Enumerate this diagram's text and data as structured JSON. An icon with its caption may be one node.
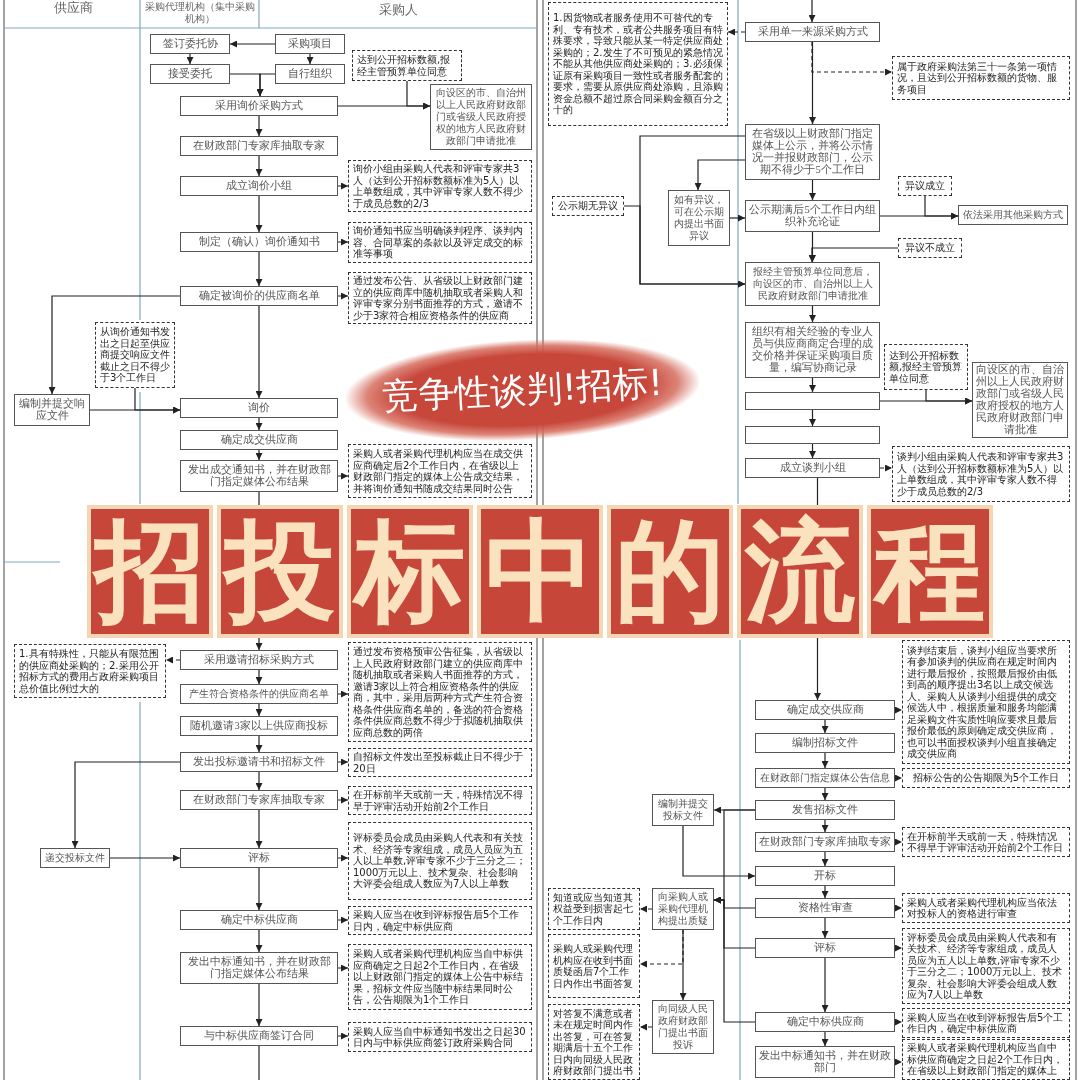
{
  "diagram": {
    "title": "招投标中的流程",
    "nodes": [
      {
        "text": [
          "签订委托协"
        ]
      },
      {
        "text": [
          "采购项目"
        ]
      },
      {
        "text": [
          "接受委托"
        ]
      },
      {
        "text": [
          "自行组织"
        ]
      },
      {
        "text": [
          "达到公开招标数额,报经主管预算单位同意"
        ]
      },
      {
        "text": [
          "采用询价采购方式"
        ]
      },
      {
        "text": [
          "向设区的市、自治州以上人民政府财政部门或省级人民政府授权的地方人民政府财政部门申请批准"
        ]
      },
      {
        "text": [
          "在财政部门专家库抽取专家"
        ]
      },
      {
        "text": [
          "成立询价小组"
        ]
      },
      {
        "text": [
          "询价小组由采购人代表和评审专家共3人（达到公开招标数额标准为5人）以上单数组成，其中评审专家人数不得少于成员总数的2/3"
        ]
      },
      {
        "text": [
          "制定（确认）询价通知书"
        ]
      },
      {
        "text": [
          "询价通知书应当明确谈判程序、谈判内容、合同草案的条款以及评定成交的标准等事项"
        ]
      },
      {
        "text": [
          "确定被询价的供应商名单"
        ]
      },
      {
        "text": [
          "通过发布公告、从省级以上财政部门建立的供应商库中随机抽取或者采购人和评审专家分别书面推荐的方式，邀请不少于3家符合相应资格条件的供应商"
        ]
      },
      {
        "text": [
          "从询价通知书发出之日起至供应商提交响应文件截止之日不得少于3个工作日"
        ]
      },
      {
        "text": [
          "编制并提交响应文件"
        ]
      },
      {
        "text": [
          "询价"
        ]
      },
      {
        "text": [
          "确定成交供应商"
        ]
      },
      {
        "text": [
          "发出成交通知书，并在财政部门指定媒体公布结果"
        ]
      },
      {
        "text": [
          "采购人或者采购代理机构应当在成交供应商确定后2个工作日内，在省级以上财政部门指定的媒体上公告成交结果，并将询价通知书随成交结果同时公告"
        ]
      },
      {
        "text": [
          "1.具有特殊性，只能从有限范围的供应商处采购的；2.采用公开招标方式的费用占政府采购项目总价值比例过大的"
        ]
      },
      {
        "text": [
          "采用邀请招标采购方式"
        ]
      },
      {
        "text": [
          "通过发布资格预审公告征集，从省级以上人民政府财政部门建立的供应商库中随机抽取或者采购人书面推荐的方式，邀请3家以上符合相应资格条件的供应商，其中，采用后两种方式产生符合资格条件供应商名单的，备选的符合资格条件供应商总数不得少于拟随机抽取供应商总数的两倍"
        ]
      },
      {
        "text": [
          "产生符合资格条件的供应商名单"
        ]
      },
      {
        "text": [
          "随机邀请3家以上供应商投标"
        ]
      },
      {
        "text": [
          "发出投标邀请书和招标文件"
        ]
      },
      {
        "text": [
          "自招标文件发出至投标截止日不得少于20日"
        ]
      },
      {
        "text": [
          "在财政部门专家库抽取专家"
        ]
      },
      {
        "text": [
          "在开标前半天或前一天，特殊情况不得早于评审活动开始前2个工作日"
        ]
      },
      {
        "text": [
          "递交投标文件"
        ]
      },
      {
        "text": [
          "评标"
        ]
      },
      {
        "text": [
          "评标委员会成员由采购人代表和有关技术、经济等专家组成，成员人员应为五人以上单数,评审专家不少于三分之二；1000万元以上、技术复杂、社会影响大评委会组成人数应为7人以上单数"
        ]
      },
      {
        "text": [
          "确定中标供应商"
        ]
      },
      {
        "text": [
          "采购人应当在收到评标报告后5个工作日内，确定中标供应商"
        ]
      },
      {
        "text": [
          "发出中标通知书，并在财政部门指定媒体公布结果"
        ]
      },
      {
        "text": [
          "采购人或者采购代理机构应当自中标供应商确定之日起2个工作日内，在省级以上财政部门指定的媒体上公告中标结果，招标文件应当随中标结果同时公告，公告期限为1个工作日"
        ]
      },
      {
        "text": [
          "与中标供应商签订合同"
        ]
      },
      {
        "text": [
          "采购人应当自中标通知书发出之日起30日内与中标供应商签订政府采购合同"
        ]
      },
      {
        "text": [
          "1.因货物或者服务使用不可替代的专利、专有技术，或者公共服务项目有特殊要求，导致只能从某一特定供应商处采购的；2.发生了不可预见的紧急情况不能从其他供应商处采购的；3.必须保证原有采购项目一致性或者服务配套的要求，需要从原供应商处添购，且添购资金总额不超过原合同采购金额百分之十的"
        ]
      },
      {
        "text": [
          "采用单一来源采购方式"
        ]
      },
      {
        "text": [
          "属于政府采购法第三十一条第一项情况，且达到公开招标数额的货物、服务项目"
        ]
      },
      {
        "text": [
          "在省级以上财政部门指定媒体上公示，并将公示情况一并报财政部门，公示期不得少于5个工作日"
        ]
      },
      {
        "text": [
          "公示期无异议"
        ]
      },
      {
        "text": [
          "如有异议，可在公示期内提出书面异议"
        ]
      },
      {
        "text": [
          "公示期满后5个工作日内组织补充论证"
        ]
      },
      {
        "text": [
          "异议成立"
        ]
      },
      {
        "text": [
          "依法采用其他采购方式"
        ]
      },
      {
        "text": [
          "异议不成立"
        ]
      },
      {
        "text": [
          "报经主管预算单位同意后，向设区的市、自治州以上人民政府财政部门申请批准"
        ]
      },
      {
        "text": [
          "组织有相关经验的专业人员与供应商商定合理的成交价格并保证采购项目质量，编写协商记录"
        ]
      },
      {
        "text": [
          "达到公开招标数额,报经主管预算单位同意"
        ]
      },
      {
        "text": [],
        "shape": "box"
      },
      {
        "text": [
          "向设区的市、自治州以上人民政府财政部门或省级人民政府授权的地方人民政府财政部门申请批准"
        ]
      },
      {
        "text": [],
        "shape": "box"
      },
      {
        "text": [
          "成立谈判小组"
        ]
      },
      {
        "text": [
          "谈判小组由采购人代表和评审专家共3人（达到公开招标数额标准为5人）以上单数组成，其中评审专家人数不得少于成员总数的2/3"
        ]
      },
      {
        "text": [
          "确定成交供应商"
        ]
      },
      {
        "text": [
          "谈判结束后，谈判小组应当要求所有参加谈判的供应商在规定时间内进行最后报价，按照最后报价由低到高的顺序提出3名以上成交候选人。采购人从谈判小组提供的成交候选人中，根据质量和服务均能满足采购文件实质性响应要求且最后报价最低的原则确定成交供应商，也可以书面授权谈判小组直接确定成交供应商"
        ]
      },
      {
        "text": [
          "编制招标文件"
        ]
      },
      {
        "text": [
          "在财政部门指定媒体公告信息"
        ]
      },
      {
        "text": [
          "招标公告的公告期限为5个工作日"
        ]
      },
      {
        "text": [
          "编制并提交投标文件"
        ]
      },
      {
        "text": [
          "发售招标文件"
        ]
      },
      {
        "text": [
          "在财政部门专家库抽取专家"
        ]
      },
      {
        "text": [
          "在开标前半天或前一天，特殊情况不得早于评审活动开始前2个工作日"
        ]
      },
      {
        "text": [
          "开标"
        ]
      },
      {
        "text": [
          "知道或应当知道其权益受到损害起七个工作日内"
        ]
      },
      {
        "text": [
          "向采购人或采购代理机构提出质疑"
        ]
      },
      {
        "text": [
          "资格性审查"
        ]
      },
      {
        "text": [
          "采购人或者采购代理机构应当依法对投标人的资格进行审查"
        ]
      },
      {
        "text": [
          "采购人或采购代理机构应在收到书面质疑函后7个工作日内作出书面答复"
        ]
      },
      {
        "text": [
          "评标"
        ]
      },
      {
        "text": [
          "评标委员会成员由采购人代表和有关技术、经济等专家组成，成员人员应为五人以上单数,评审专家不少于三分之二；1000万元以上、技术复杂、社会影响大评委会组成人数应为7人以上单数"
        ]
      },
      {
        "text": [
          "向同级人民政府财政部门提出书面投诉"
        ]
      },
      {
        "text": [
          "对答复不满意或者未在规定时间内作出答复，可在答复期满后十五个工作日内向同级人民政府财政部门提出书"
        ]
      },
      {
        "text": [
          "确定中标供应商"
        ]
      },
      {
        "text": [
          "采购人应当在收到评标报告后5个工作日内，确定中标供应商"
        ]
      },
      {
        "text": [
          "发出中标通知书，并在财政部门"
        ]
      },
      {
        "text": [
          "采购人或者采购代理机构应当自中标供应商确定之日起2个工作日内，在省级以上财政部门指定的媒体上"
        ]
      }
    ],
    "edges": [
      {
        "from": 1,
        "to": 0,
        "arrow": "to"
      },
      {
        "from": 0,
        "to": 2,
        "arrow": "to"
      },
      {
        "from": 1,
        "to": 3,
        "arrow": "to"
      },
      {
        "from": 2,
        "to": 5,
        "arrow": "to"
      },
      {
        "from": 3,
        "to": 5,
        "arrow": "to"
      },
      {
        "from": 5,
        "to": 6,
        "arrow": "to"
      },
      {
        "from": 4,
        "to": 6,
        "arrow": "to"
      },
      {
        "from": 5,
        "to": 7,
        "arrow": "to"
      },
      {
        "from": 7,
        "to": 8,
        "arrow": "to"
      },
      {
        "from": 8,
        "to": 9,
        "arrow": "to",
        "style": "dashed"
      },
      {
        "from": 8,
        "to": 10,
        "arrow": "to"
      },
      {
        "from": 10,
        "to": 11,
        "arrow": "to",
        "style": "dashed"
      },
      {
        "from": 10,
        "to": 12,
        "arrow": "to"
      },
      {
        "from": 12,
        "to": 13,
        "arrow": "to",
        "style": "dashed"
      },
      {
        "from": 12,
        "to": 15,
        "arrow": "to"
      },
      {
        "from": 12,
        "to": 16,
        "arrow": "to"
      },
      {
        "from": 15,
        "to": 16,
        "arrow": "to"
      },
      {
        "from": 14,
        "to": 16,
        "arrow": "to"
      },
      {
        "from": 16,
        "to": 17,
        "arrow": "to"
      },
      {
        "from": 17,
        "to": 18,
        "arrow": "to"
      },
      {
        "from": 18,
        "to": 19,
        "arrow": "to",
        "style": "dashed"
      },
      {
        "from": 18,
        "to": 21,
        "arrow": "to"
      },
      {
        "from": 21,
        "to": 20,
        "arrow": "to",
        "style": "dashed"
      },
      {
        "from": 21,
        "to": 23,
        "arrow": "to"
      },
      {
        "from": 23,
        "to": 22,
        "arrow": "to",
        "style": "dashed"
      },
      {
        "from": 23,
        "to": 24,
        "arrow": "to"
      },
      {
        "from": 24,
        "to": 25,
        "arrow": "to"
      },
      {
        "from": 25,
        "to": 26,
        "arrow": "to",
        "style": "dashed"
      },
      {
        "from": 25,
        "to": 27,
        "arrow": "to"
      },
      {
        "from": 25,
        "to": 29,
        "arrow": "to"
      },
      {
        "from": 27,
        "to": 28,
        "arrow": "to",
        "style": "dashed"
      },
      {
        "from": 27,
        "to": 30,
        "arrow": "to"
      },
      {
        "from": 29,
        "to": 30,
        "arrow": "to"
      },
      {
        "from": 30,
        "to": 31,
        "arrow": "to",
        "style": "dashed"
      },
      {
        "from": 30,
        "to": 32,
        "arrow": "to"
      },
      {
        "from": 32,
        "to": 33,
        "arrow": "to",
        "style": "dashed"
      },
      {
        "from": 32,
        "to": 34,
        "arrow": "to"
      },
      {
        "from": 34,
        "to": 35,
        "arrow": "to",
        "style": "dashed"
      },
      {
        "from": 34,
        "to": 36,
        "arrow": "to"
      },
      {
        "from": 36,
        "to": 37,
        "arrow": "to",
        "style": "dashed"
      },
      {
        "from": 36,
        "to": null,
        "arrow": "none"
      },
      {
        "from": null,
        "to": 39,
        "arrow": "to"
      },
      {
        "from": 39,
        "to": 38,
        "arrow": "to",
        "style": "dashed"
      },
      {
        "from": 39,
        "to": 41,
        "arrow": "to"
      },
      {
        "from": 39,
        "to": 40,
        "arrow": "to",
        "style": "dashed"
      },
      {
        "from": 41,
        "to": 43,
        "arrow": "to"
      },
      {
        "from": 41,
        "to": 48,
        "arrow": "to"
      },
      {
        "from": 42,
        "to": 48,
        "arrow": "to"
      },
      {
        "from": 41,
        "to": 44,
        "arrow": "to"
      },
      {
        "from": 43,
        "to": 44,
        "arrow": "to"
      },
      {
        "from": 44,
        "to": 46,
        "arrow": "to"
      },
      {
        "from": 45,
        "to": 46,
        "arrow": "to"
      },
      {
        "from": 44,
        "to": 48,
        "arrow": "to"
      },
      {
        "from": 47,
        "to": 48,
        "arrow": "to"
      },
      {
        "from": 48,
        "to": 49,
        "arrow": "to"
      },
      {
        "from": 49,
        "to": 51,
        "arrow": "to"
      },
      {
        "from": 51,
        "to": 52,
        "arrow": "to"
      },
      {
        "from": 50,
        "to": 52,
        "arrow": "to"
      },
      {
        "from": 51,
        "to": 53,
        "arrow": "to"
      },
      {
        "from": 53,
        "to": 54,
        "arrow": "to"
      },
      {
        "from": 54,
        "to": 55,
        "arrow": "to",
        "style": "dashed"
      },
      {
        "from": 54,
        "to": 56,
        "arrow": "to"
      },
      {
        "from": 56,
        "to": 57,
        "arrow": "to",
        "style": "dashed"
      },
      {
        "from": 56,
        "to": 58,
        "arrow": "to"
      },
      {
        "from": 58,
        "to": 59,
        "arrow": "to"
      },
      {
        "from": 59,
        "to": 60,
        "arrow": "to",
        "style": "dashed"
      },
      {
        "from": 59,
        "to": 62,
        "arrow": "to"
      },
      {
        "from": 62,
        "to": 61,
        "arrow": "to"
      },
      {
        "from": 62,
        "to": 63,
        "arrow": "to"
      },
      {
        "from": 63,
        "to": 64,
        "arrow": "to",
        "style": "dashed"
      },
      {
        "from": 63,
        "to": 65,
        "arrow": "to"
      },
      {
        "from": 61,
        "to": 65,
        "arrow": "to"
      },
      {
        "from": 65,
        "to": 68,
        "arrow": "to"
      },
      {
        "from": 62,
        "to": 67,
        "arrow": "to"
      },
      {
        "from": 68,
        "to": 67,
        "arrow": "to"
      },
      {
        "from": 71,
        "to": 67,
        "arrow": "to"
      },
      {
        "from": 75,
        "to": 67,
        "arrow": "to"
      },
      {
        "from": 67,
        "to": 66,
        "arrow": "to",
        "style": "dashed"
      },
      {
        "from": 67,
        "to": 73,
        "arrow": "to"
      },
      {
        "from": 67,
        "to": 70,
        "arrow": "to",
        "style": "dashed"
      },
      {
        "from": 73,
        "to": 74,
        "arrow": "to",
        "style": "dashed"
      },
      {
        "from": 68,
        "to": 69,
        "arrow": "to",
        "style": "dashed"
      },
      {
        "from": 71,
        "to": 72,
        "arrow": "to",
        "style": "dashed"
      },
      {
        "from": 68,
        "to": 71,
        "arrow": "to"
      },
      {
        "from": 71,
        "to": 75,
        "arrow": "to"
      },
      {
        "from": 75,
        "to": 76,
        "arrow": "to",
        "style": "dashed"
      },
      {
        "from": 75,
        "to": 77,
        "arrow": "to"
      },
      {
        "from": 77,
        "to": 78,
        "arrow": "to",
        "style": "dashed"
      }
    ],
    "labels": [
      "供应商",
      "采购代理机构（集中采购机构）",
      "采购人",
      "竞争性谈判!招标!"
    ]
  }
}
